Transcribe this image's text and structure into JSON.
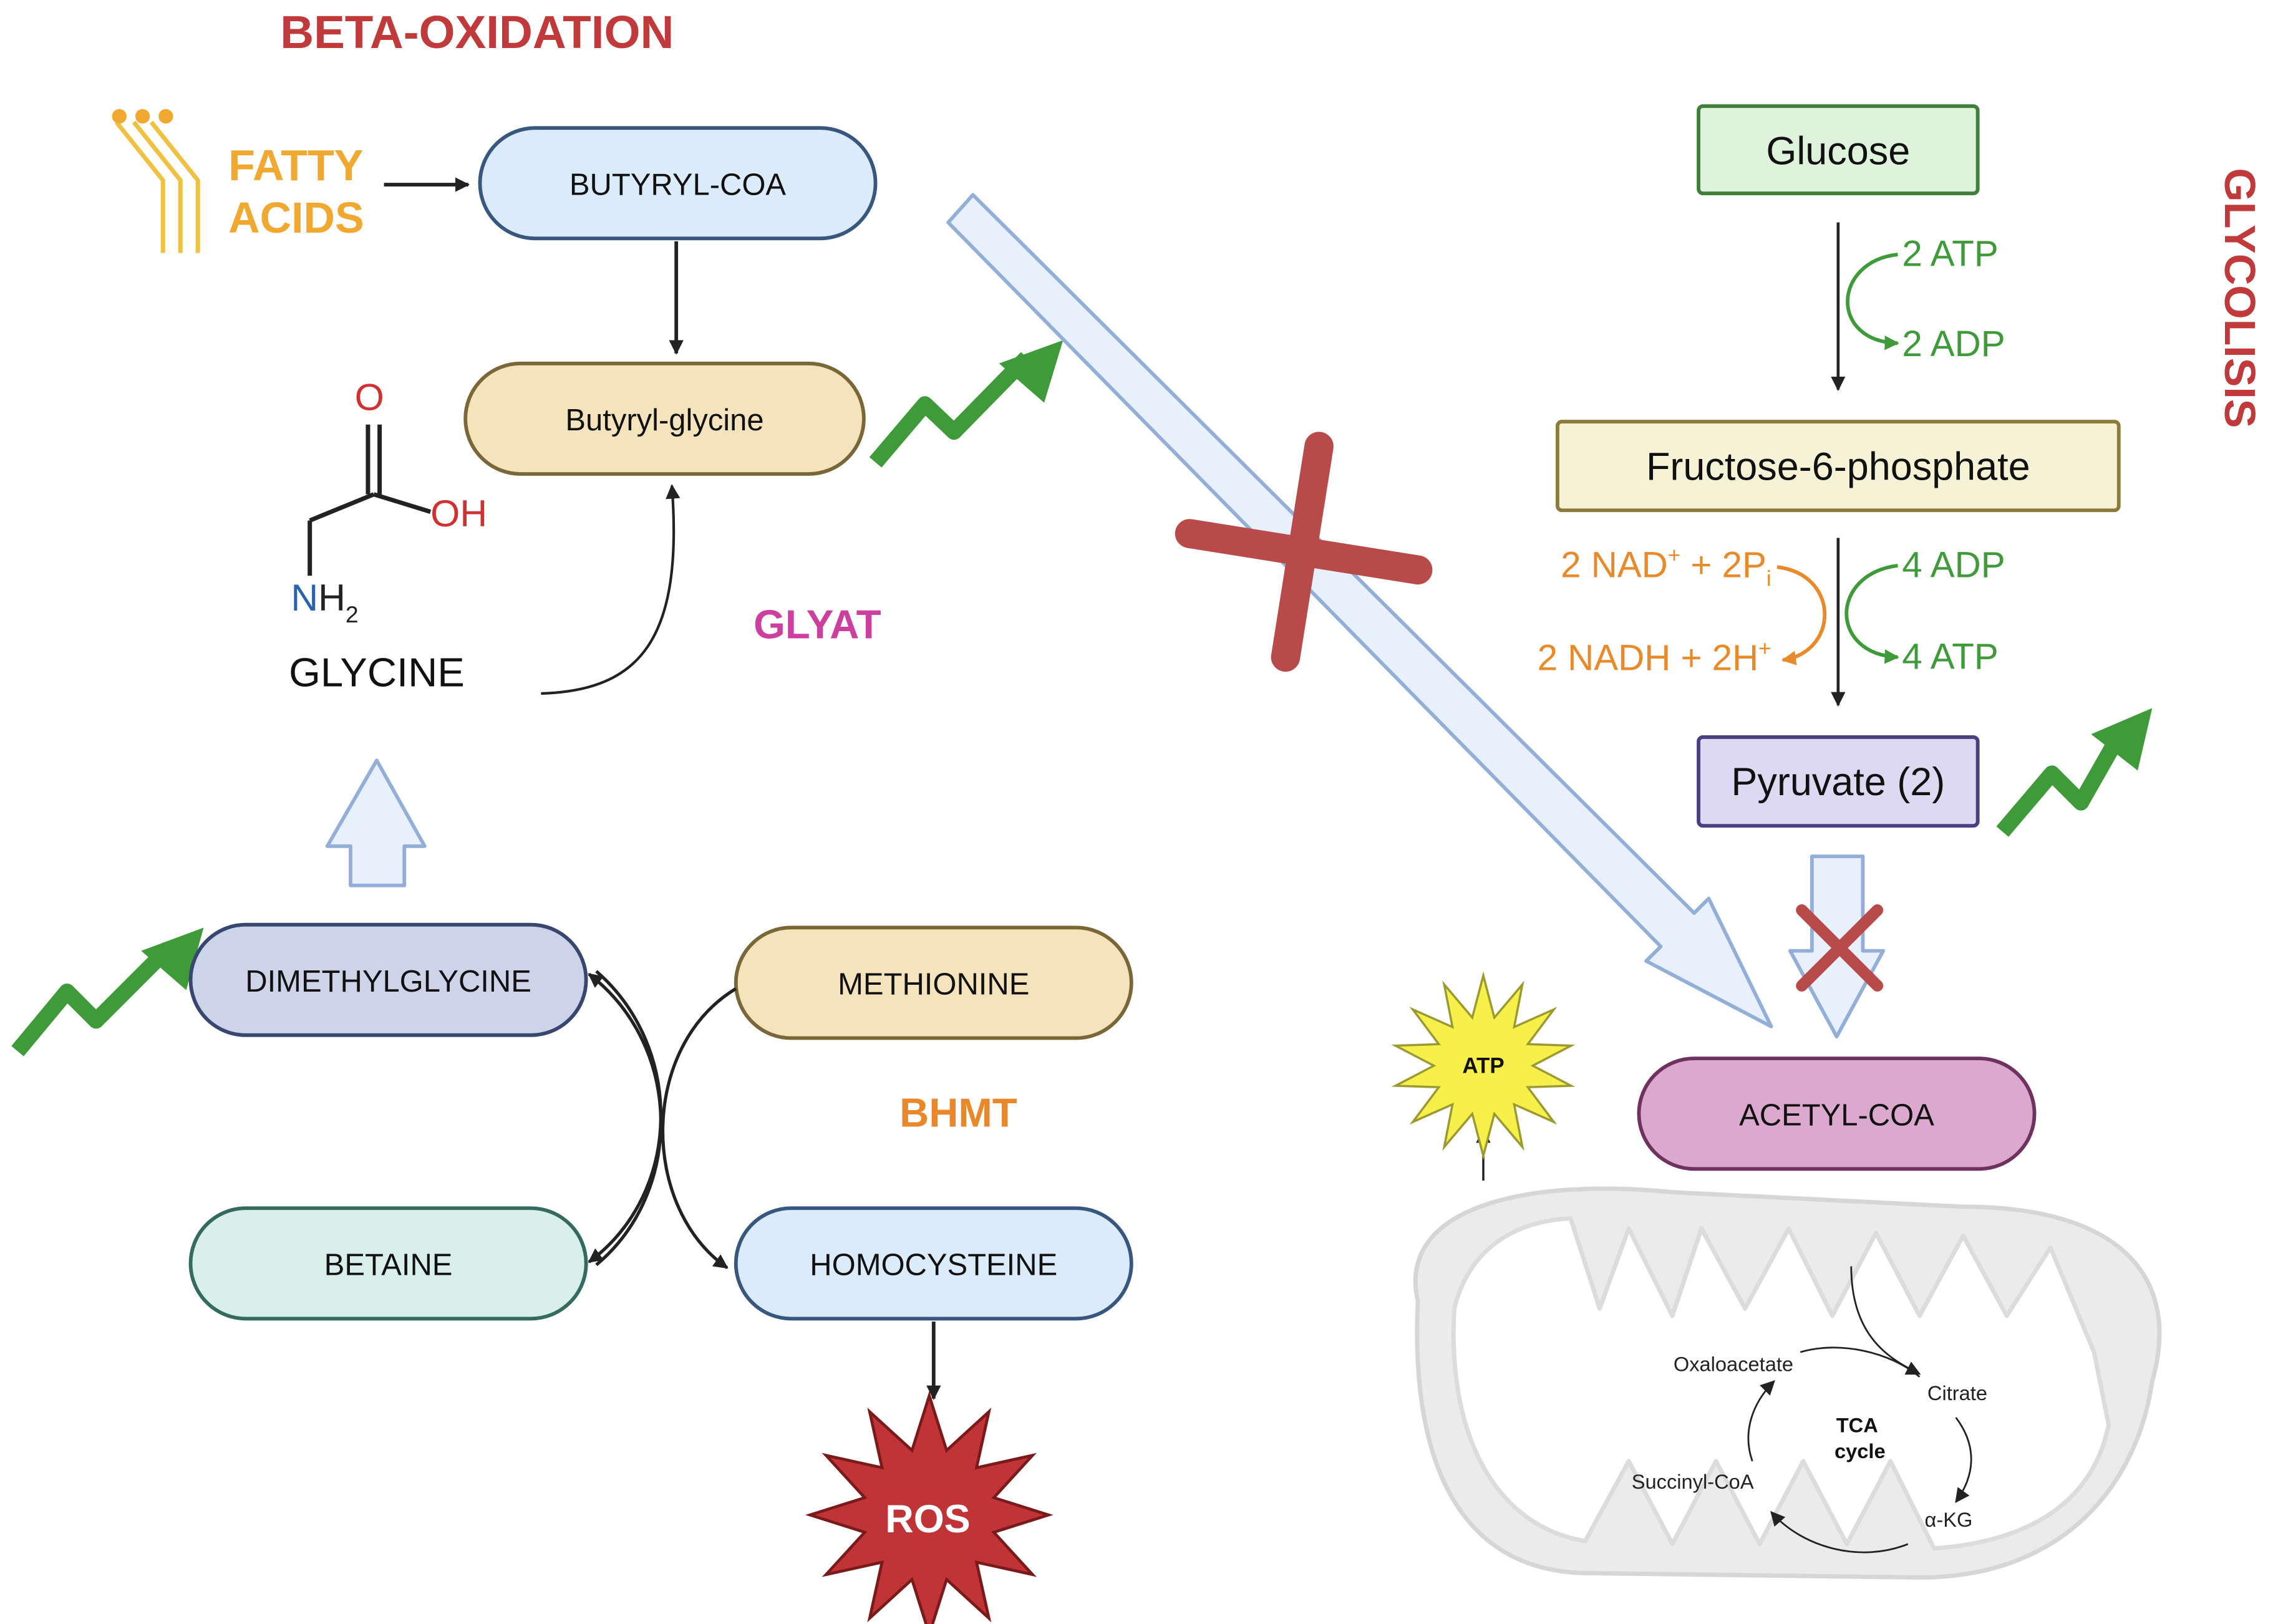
{
  "titles": {
    "beta_oxidation": "BETA-OXIDATION",
    "glycolysis": "GLYCOLISIS"
  },
  "fatty_acids": {
    "line1": "FATTY",
    "line2": "ACIDS"
  },
  "glycine": {
    "label": "GLYCINE",
    "atom_o": "O",
    "atom_oh": "OH",
    "atom_n": "N",
    "atom_h": "H",
    "subscript": "2"
  },
  "nodes": {
    "butyryl_coa": "BUTYRYL-COA",
    "butyryl_glycine": "Butyryl-glycine",
    "dimethylglycine": "DIMETHYLGLYCINE",
    "methionine": "METHIONINE",
    "betaine": "BETAINE",
    "homocysteine": "HOMOCYSTEINE",
    "acetyl_coa": "ACETYL-COA",
    "glucose": "Glucose",
    "fructose_6_phosphate": "Fructose-6-phosphate",
    "pyruvate": "Pyruvate (2)"
  },
  "enzymes": {
    "glyat": "GLYAT",
    "bhmt": "BHMT"
  },
  "bursts": {
    "ros": "ROS",
    "atp": "ATP"
  },
  "glycolysis_steps": {
    "atp_in": "2 ATP",
    "adp_out": "2 ADP",
    "adp_in": "4 ADP",
    "atp_out": "4 ATP",
    "nad_base": "2 NAD",
    "nad_sup": "+",
    "nad_mid": " + 2P",
    "nad_sub": "i",
    "nadh_base": "2 NADH + 2H",
    "nadh_sup": "+"
  },
  "tca": {
    "title_line1": "TCA",
    "title_line2": "cycle",
    "oxaloacetate": "Oxaloacetate",
    "citrate": "Citrate",
    "succinyl_coa": "Succinyl-CoA",
    "akg": "α-KG"
  },
  "colors": {
    "title_red": "#c0393b",
    "fatty_orange": "#f0a830",
    "green": "#3f9a3a",
    "orange_text": "#e88a2a",
    "magenta": "#cc3f9e",
    "bhmt_orange": "#e8882a",
    "butyryl_coa_fill": "#dcebf9",
    "butyryl_glycine_fill": "#f4e3bd",
    "dimethylglycine_fill": "#cdd3e8",
    "methionine_fill": "#f4e3bd",
    "betaine_fill": "#d8efea",
    "homocysteine_fill": "#dcebf9",
    "acetyl_coa_fill": "#dba9cd",
    "glucose_fill": "#dff2dc",
    "fructose_fill": "#f6f2d5",
    "pyruvate_fill": "#ddd9f2",
    "block_red": "#b94a4a",
    "light_arrow_fill": "#e8f0fb",
    "light_arrow_stroke": "#93afd8",
    "mito_fill": "#ebebeb"
  }
}
